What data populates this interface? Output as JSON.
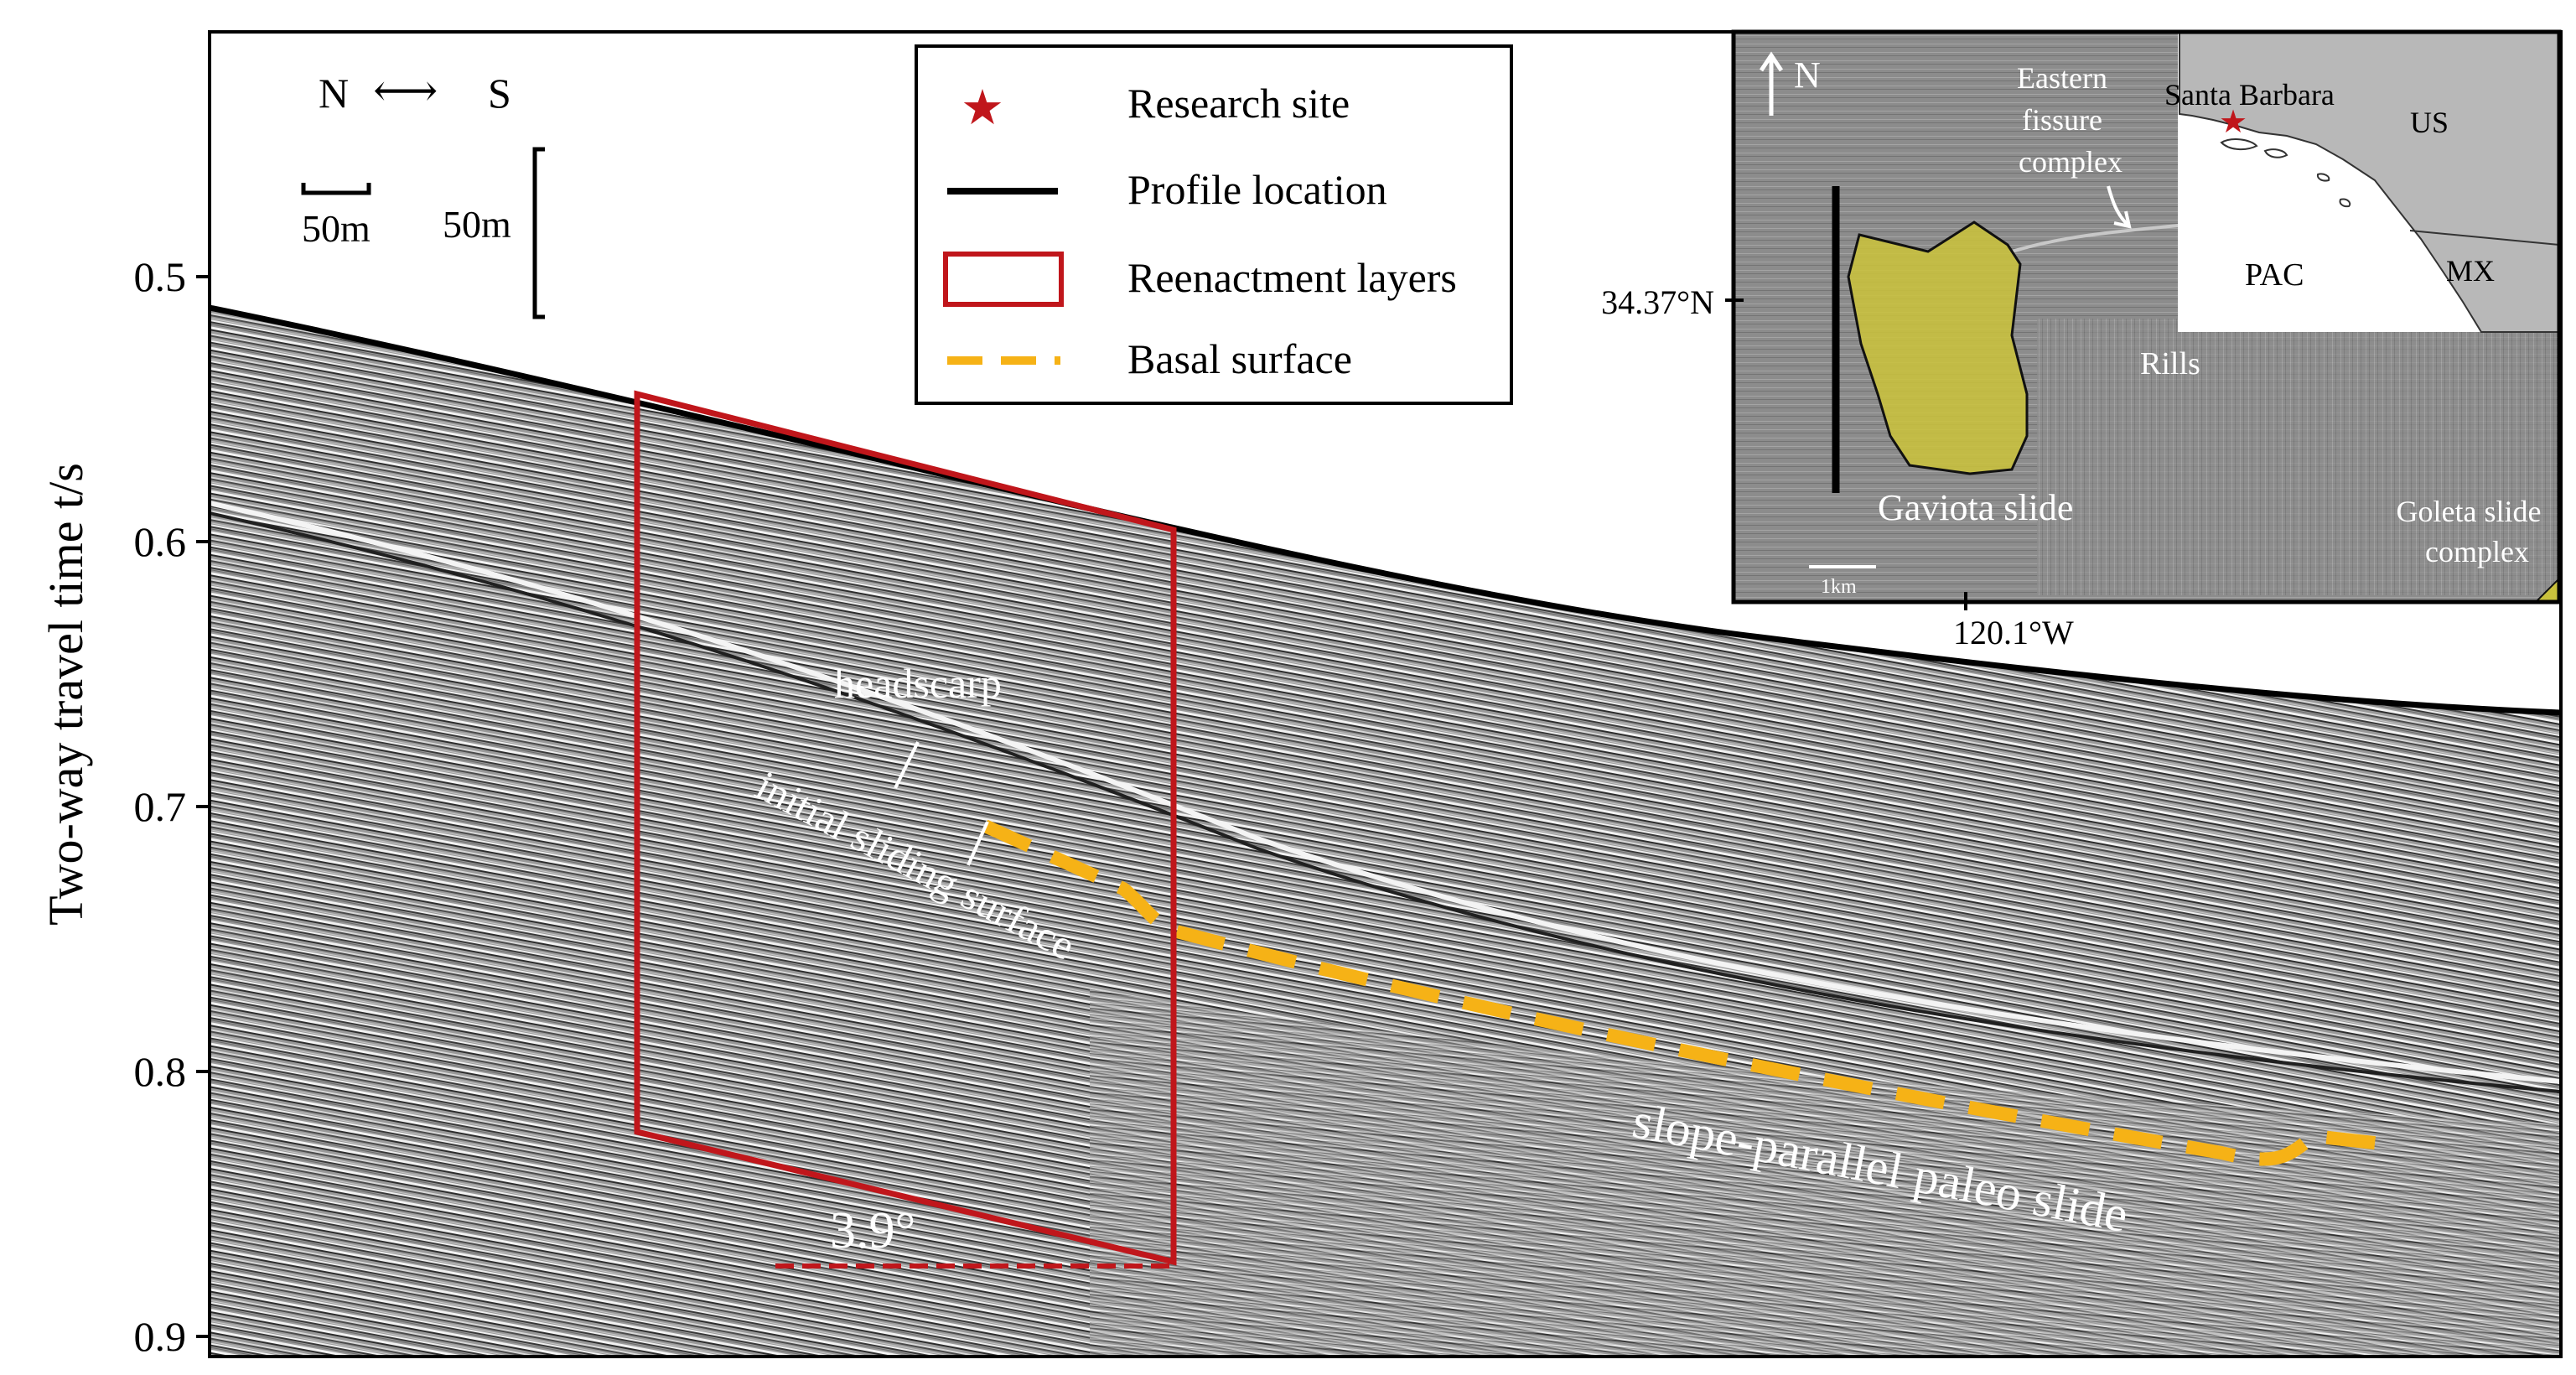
{
  "axis": {
    "ylabel": "Two-way travel time t/s",
    "ylim": [
      0.9,
      0.4
    ],
    "ticks": [
      0.5,
      0.6,
      0.7,
      0.8,
      0.9
    ],
    "tick_labels": [
      "0.5",
      "0.6",
      "0.7",
      "0.8",
      "0.9"
    ]
  },
  "orientation": {
    "north": "N",
    "arrow": "⟷",
    "south": "S"
  },
  "scale_bars": {
    "horizontal": "50m",
    "vertical": "50m"
  },
  "legend": {
    "items": [
      {
        "symbol": "star",
        "label": "Research site",
        "color": "#c0161b"
      },
      {
        "symbol": "line",
        "label": "Profile location",
        "color": "#000000"
      },
      {
        "symbol": "rect",
        "label": "Reenactment layers",
        "color": "#c0161b"
      },
      {
        "symbol": "dash",
        "label": "Basal surface",
        "color": "#f6b216"
      }
    ]
  },
  "annotations": {
    "headscarp": "headscarp",
    "initial_sliding": "initial sliding surface",
    "paleo_slide": "slope-parallel paleo slide",
    "angle": "3.9°"
  },
  "inset": {
    "north": "N",
    "eastern_fissure": [
      "Eastern",
      "fissure",
      "complex"
    ],
    "lat": "34.37°N",
    "lon": "120.1°W",
    "rills": "Rills",
    "gaviota": "Gaviota slide",
    "goleta": [
      "Goleta slide",
      "complex"
    ],
    "scale": "1km",
    "locator": {
      "santa_barbara": "Santa Barbara",
      "us": "US",
      "pac": "PAC",
      "mx": "MX"
    }
  },
  "colors": {
    "red": "#c0161b",
    "yellow_dash": "#f6b216",
    "slide_fill": "#c9c13c",
    "seismic_bg": "#9a9a9a",
    "inset_bg": "#8a8a8a"
  }
}
